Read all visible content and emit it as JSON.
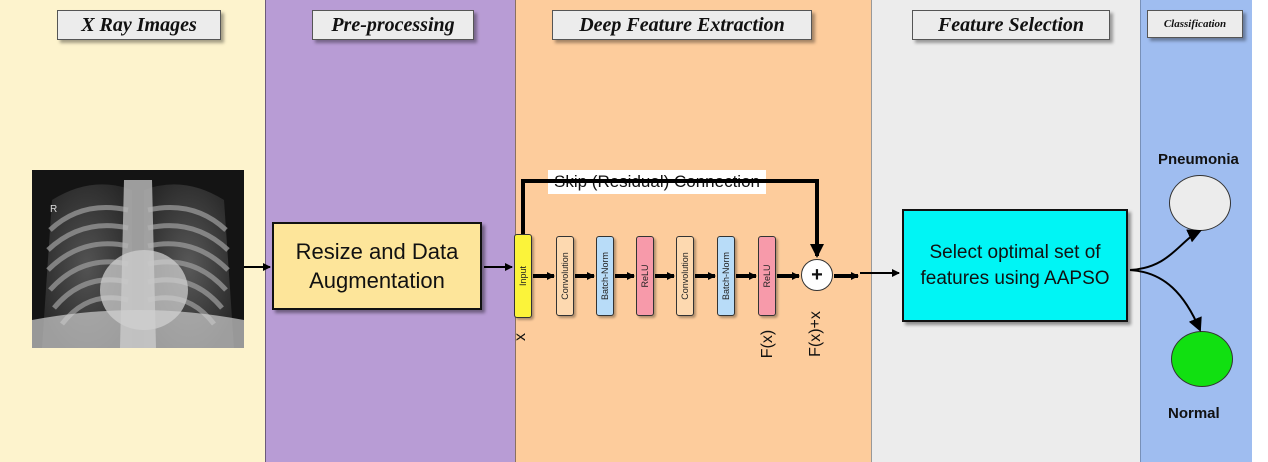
{
  "headers": {
    "xray": "X Ray Images",
    "preprocessing": "Pre-processing",
    "deep_feature": "Deep Feature Extraction",
    "feature_selection": "Feature Selection",
    "classification": "Classification"
  },
  "xray_image": {
    "marker": "R"
  },
  "preprocess_box": "Resize and Data Augmentation",
  "skip_connection": "Skip (Residual) Connection",
  "layers": [
    "Input",
    "Convolution",
    "Batch-Norm",
    "ReLU",
    "Convolution",
    "Batch-Norm",
    "ReLU"
  ],
  "sum_symbol": "+",
  "labels": {
    "x": "x",
    "fx": "F(x)",
    "fx_plus_x": "F(x)+x"
  },
  "selection_box": "Select optimal set of features using AAPSO",
  "classes": {
    "top": "Pneumonia",
    "bottom": "Normal"
  },
  "colors": {
    "input": "#fbf33a",
    "convolution": "#fdd9b0",
    "batch_norm": "#b8dcf8",
    "relu": "#f79aaa",
    "normal_node": "#11e011",
    "pneumonia_node": "#ececec"
  }
}
